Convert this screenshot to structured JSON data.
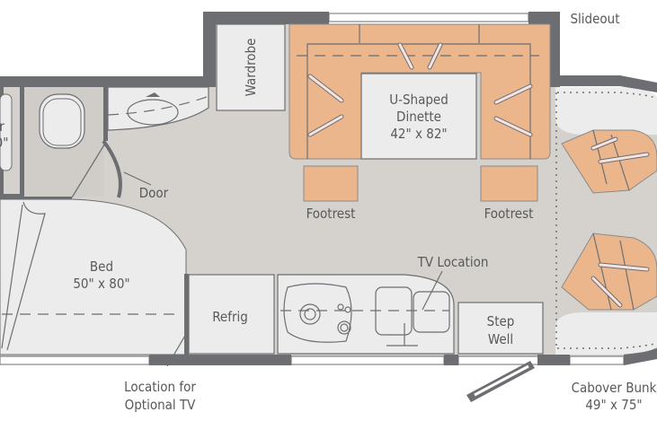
{
  "labels": {
    "slideout": "Slideout",
    "wardrobe": "Wardrobe",
    "dinette_name_1": "U-Shaped",
    "dinette_name_2": "Dinette",
    "dinette_size": "42\" x 82\"",
    "footrest_left": "Footrest",
    "footrest_right": "Footrest",
    "door": "Door",
    "bed_name": "Bed",
    "bed_size": "50\" x 80\"",
    "tv_location": "TV Location",
    "refrig": "Refrig",
    "step_well_1": "Step",
    "step_well_2": "Well",
    "optional_tv_1": "Location for",
    "optional_tv_2": "Optional TV",
    "cabover_name": "Cabover Bunk",
    "cabover_size": "49\" x 75\"",
    "shower_fragment_1": "r",
    "shower_fragment_2": "0\""
  },
  "colors": {
    "wall": "#6d6e71",
    "floor": "#d5d2ce",
    "fixture": "#ececec",
    "upholstery": "#ebb68c",
    "text": "#58595b"
  }
}
